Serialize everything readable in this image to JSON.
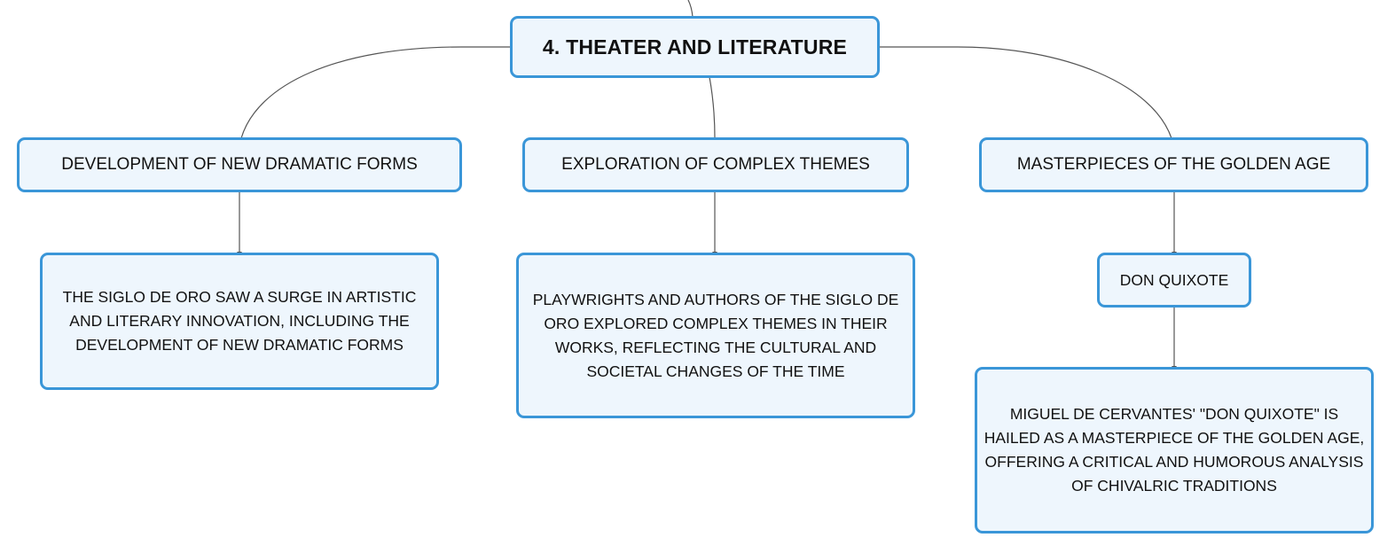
{
  "colors": {
    "node_border": "#3a96d8",
    "node_fill": "#eef6fd",
    "connector": "#555555",
    "text": "#111111"
  },
  "root": {
    "label": "4. THEATER AND LITERATURE"
  },
  "branches": [
    {
      "label": "DEVELOPMENT OF NEW DRAMATIC FORMS",
      "children": [
        {
          "label": "THE SIGLO DE ORO SAW A SURGE IN ARTISTIC AND LITERARY INNOVATION, INCLUDING THE DEVELOPMENT OF NEW DRAMATIC FORMS"
        }
      ]
    },
    {
      "label": "EXPLORATION OF COMPLEX THEMES",
      "children": [
        {
          "label": "PLAYWRIGHTS AND AUTHORS OF THE SIGLO DE ORO EXPLORED COMPLEX THEMES IN THEIR WORKS, REFLECTING THE CULTURAL AND SOCIETAL CHANGES OF THE TIME"
        }
      ]
    },
    {
      "label": "MASTERPIECES OF THE GOLDEN AGE",
      "children": [
        {
          "label": "DON QUIXOTE",
          "children": [
            {
              "label": "MIGUEL DE CERVANTES' \"DON QUIXOTE\" IS HAILED AS A MASTERPIECE OF THE GOLDEN AGE, OFFERING A CRITICAL AND HUMOROUS ANALYSIS OF CHIVALRIC TRADITIONS"
            }
          ]
        }
      ]
    }
  ]
}
